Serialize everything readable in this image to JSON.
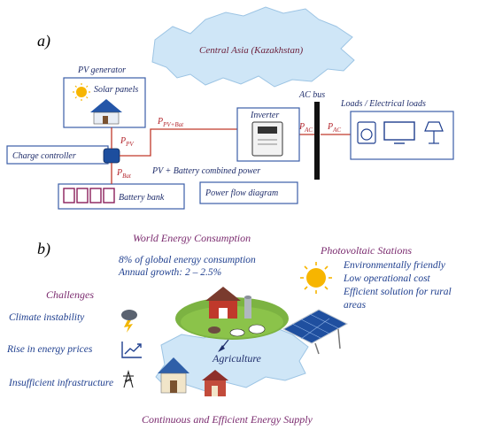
{
  "panel_a": {
    "label": "a)",
    "map_label": "Central Asia (Kazakhstan)",
    "pv_generator": "PV generator",
    "solar_panels": "Solar panels",
    "charge_controller": "Charge controller",
    "battery_bank": "Battery bank",
    "inverter": "Inverter",
    "ac_bus": "AC bus",
    "loads": "Loads / Electrical loads",
    "combined_power": "PV + Battery combined power",
    "power_flow": "Power flow diagram",
    "p_pv_bat": {
      "main": "P",
      "sub": "PV+Bat"
    },
    "p_pv": {
      "main": "P",
      "sub": "PV"
    },
    "p_bat": {
      "main": "P",
      "sub": "Bat"
    },
    "p_ac_left": {
      "main": "P",
      "sub": "AC"
    },
    "p_ac_right": {
      "main": "P",
      "sub": "AC"
    }
  },
  "panel_b": {
    "label": "b)",
    "world_title": "World Energy Consumption",
    "world_line1": "8% of global energy consumption",
    "world_line2": "Annual growth: 2 – 2.5%",
    "pv_title": "Photovoltaic Stations",
    "pv_lines": [
      "Environmentally friendly",
      "Low operational cost",
      "Efficient solution for rural",
      "areas"
    ],
    "challenges_title": "Challenges",
    "challenges": [
      "Climate instability",
      "Rise in energy prices",
      "Insufficient infrastructure"
    ],
    "agriculture": "Agriculture",
    "footer": "Continuous and Efficient Energy Supply"
  },
  "colors": {
    "map_fill": "#cfe6f7",
    "box_border": "#3b5ea8",
    "wire_red": "#c0392b",
    "title_purple": "#7a2a6e",
    "text_blue": "#1f3f8f"
  },
  "icons": [
    "sun-icon",
    "house-solar-icon",
    "charge-controller-icon",
    "battery-icon",
    "inverter-icon",
    "washing-machine-icon",
    "tv-icon",
    "lamp-icon",
    "storm-cloud-icon",
    "rising-chart-icon",
    "power-tower-icon",
    "farm-icon",
    "solar-panel-icon",
    "houses-icon"
  ]
}
